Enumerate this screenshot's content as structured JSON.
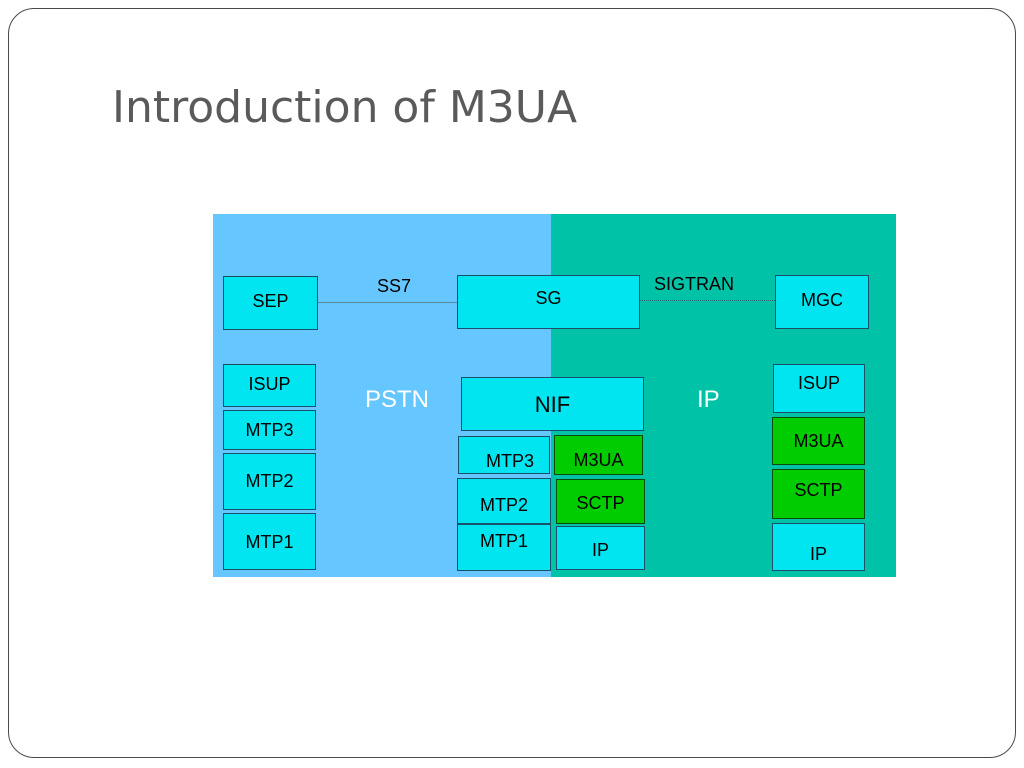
{
  "slide": {
    "title": "Introduction of M3UA"
  },
  "diagram": {
    "regions": {
      "pstn": "PSTN",
      "ip": "IP"
    },
    "links": {
      "ss7": "SS7",
      "sigtran": "SIGTRAN"
    },
    "nodes": {
      "sep": "SEP",
      "sg": "SG",
      "mgc": "MGC",
      "nif": "NIF"
    },
    "sep_stack": [
      "ISUP",
      "MTP3",
      "MTP2",
      "MTP1"
    ],
    "sg_left_stack": [
      "MTP3",
      "MTP2",
      "MTP1"
    ],
    "sg_right_stack": [
      "M3UA",
      "SCTP",
      "IP"
    ],
    "mgc_stack": [
      "ISUP",
      "M3UA",
      "SCTP",
      "IP"
    ],
    "colors": {
      "pstn_region": "#66c6ff",
      "ip_region": "#00c2a6",
      "box_cyan": "#00e5f0",
      "box_green": "#00cc00"
    }
  }
}
